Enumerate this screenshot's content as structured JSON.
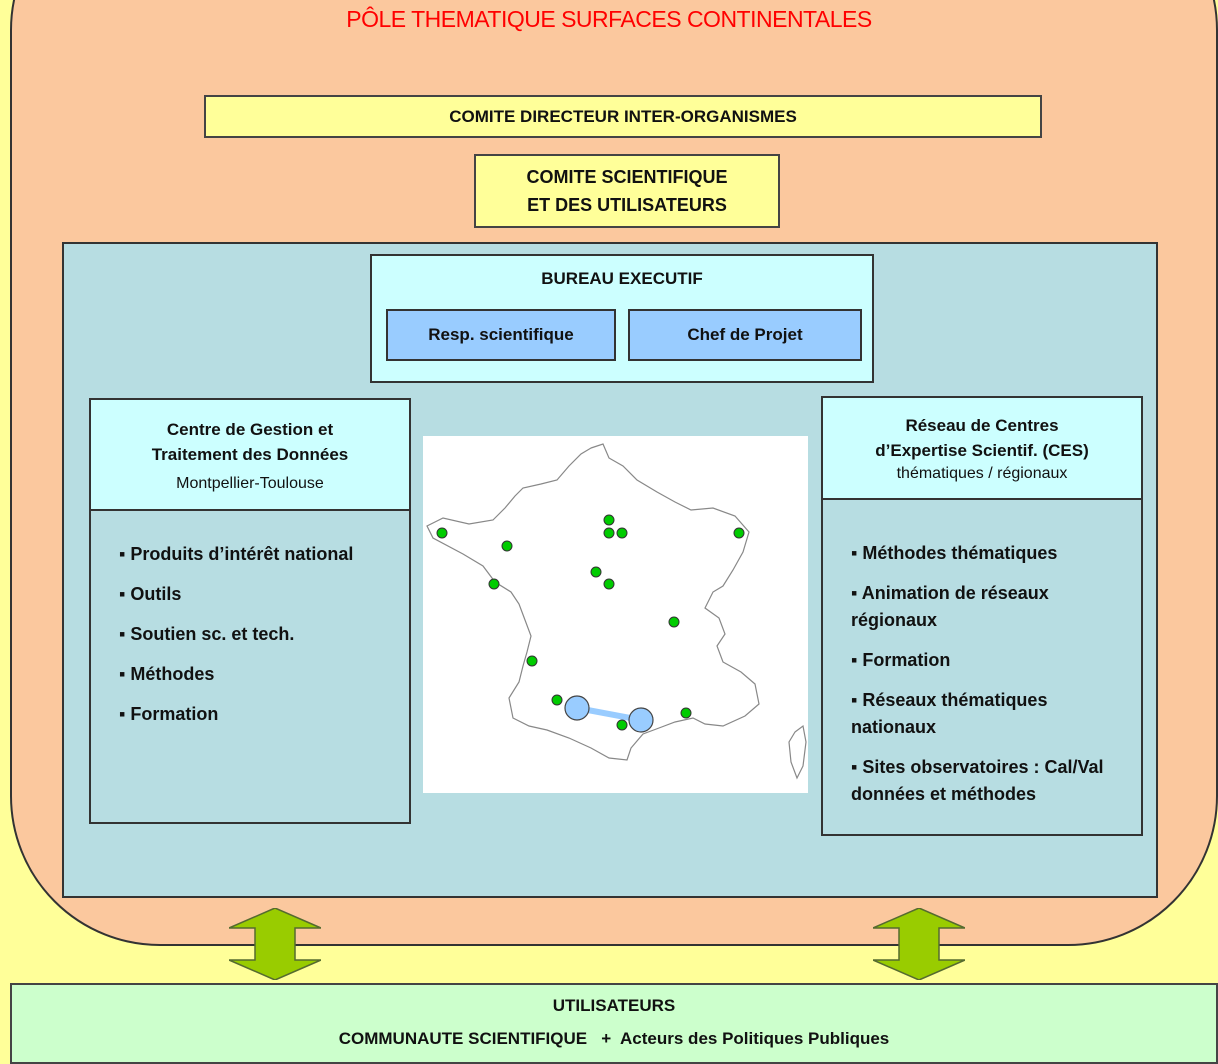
{
  "pole": {
    "title": "PÔLE THEMATIQUE SURFACES CONTINENTALES"
  },
  "comite_directeur": "COMITE DIRECTEUR INTER-ORGANISMES",
  "comite_scientifique": {
    "line1": "COMITE SCIENTIFIQUE",
    "line2": "ET DES UTILISATEURS"
  },
  "bureau": {
    "title": "BUREAU EXECUTIF",
    "resp": "Resp. scientifique",
    "chef": "Chef de Projet"
  },
  "cgtd": {
    "title_line1": "Centre de Gestion et",
    "title_line2": "Traitement des Données",
    "subtitle": "Montpellier-Toulouse",
    "items": [
      "▪ Produits d’intérêt national",
      "▪ Outils",
      "▪ Soutien sc. et tech.",
      "▪ Méthodes",
      "▪ Formation"
    ]
  },
  "ces": {
    "title_line1": "Réseau de Centres",
    "title_line2": "d’Expertise Scientif. (CES)",
    "subtitle": "thématiques / régionaux",
    "items": [
      "▪ Méthodes thématiques",
      "▪ Animation de réseaux régionaux",
      "▪ Formation",
      "▪ Réseaux thématiques nationaux",
      "▪ Sites observatoires : Cal/Val données et méthodes"
    ]
  },
  "users": {
    "title": "UTILISATEURS",
    "subtitle": "COMMUNAUTE SCIENTIFIQUE   +  Acteurs des Politiques Publiques"
  },
  "colors": {
    "background": "#ffff99",
    "pole_fill": "#fbc89e",
    "inner_fill": "#b7dde2",
    "header_fill": "#ccffff",
    "button_fill": "#99ccff",
    "users_fill": "#ccffcc",
    "title_red": "#ff0000",
    "arrow_green": "#99cc00",
    "site_dot": "#00cc00",
    "centre_circle": "#99ccff"
  }
}
